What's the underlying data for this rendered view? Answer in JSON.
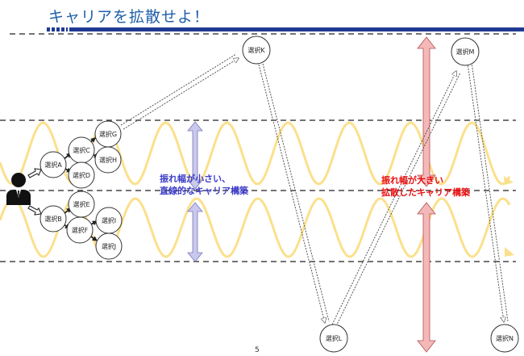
{
  "title": "キャリアを拡散せよ！",
  "notes": {
    "narrow": [
      "振れ幅が小さい、",
      "直線的なキャリア構築"
    ],
    "wide": [
      "振れ幅が大きい",
      "拡散したキャリア構築"
    ]
  },
  "nodes": {
    "A": "選択A",
    "B": "選択B",
    "C": "選択C",
    "D": "選択D",
    "E": "選択E",
    "F": "選択F",
    "G": "選択G",
    "H": "選択H",
    "I": "選択I",
    "J": "選択J",
    "K": "選択K",
    "L": "選択L",
    "M": "選択M",
    "N": "選択N"
  },
  "page_number": "5",
  "colors": {
    "title": "#1f5fa8",
    "wave": "#fbe08c",
    "narrow_arrow": "#c9c9ee",
    "wide_arrow": "#f5b8b8",
    "note_blue": "#3c3cc8",
    "note_red": "#e81010"
  },
  "icons": {
    "user": "person-icon"
  }
}
